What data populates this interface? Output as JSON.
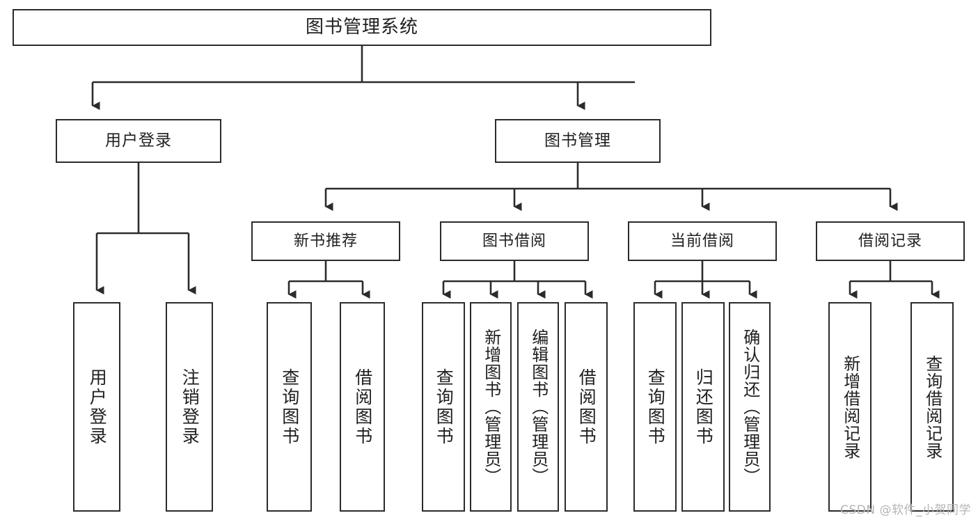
{
  "diagram": {
    "title": "图书管理系统",
    "type": "tree-hierarchy",
    "watermark": "CSDN @软件_小贺同学",
    "colors": {
      "background": "#ffffff",
      "box_border": "#2b2b2b",
      "box_fill": "#ffffff",
      "text": "#1f1f1f",
      "connector": "#2b2b2b",
      "watermark": "#b4b4b4"
    },
    "root": {
      "label": "图书管理系统"
    },
    "level1": [
      {
        "label": "用户登录"
      },
      {
        "label": "图书管理"
      }
    ],
    "level2": [
      {
        "label": "新书推荐"
      },
      {
        "label": "图书借阅"
      },
      {
        "label": "当前借阅"
      },
      {
        "label": "借阅记录"
      }
    ],
    "leaves": {
      "user_login": [
        {
          "label": "用户登录"
        },
        {
          "label": "注销登录"
        }
      ],
      "new_book_recommend": [
        {
          "label": "查询图书"
        },
        {
          "label": "借阅图书"
        }
      ],
      "book_borrow": [
        {
          "label": "查询图书"
        },
        {
          "label": "新增图书（管理员）"
        },
        {
          "label": "编辑图书（管理员）"
        },
        {
          "label": "借阅图书"
        }
      ],
      "current_borrow": [
        {
          "label": "查询图书"
        },
        {
          "label": "归还图书"
        },
        {
          "label": "确认归还（管理员）"
        }
      ],
      "borrow_record": [
        {
          "label": "新增借阅记录"
        },
        {
          "label": "查询借阅记录"
        }
      ]
    }
  }
}
